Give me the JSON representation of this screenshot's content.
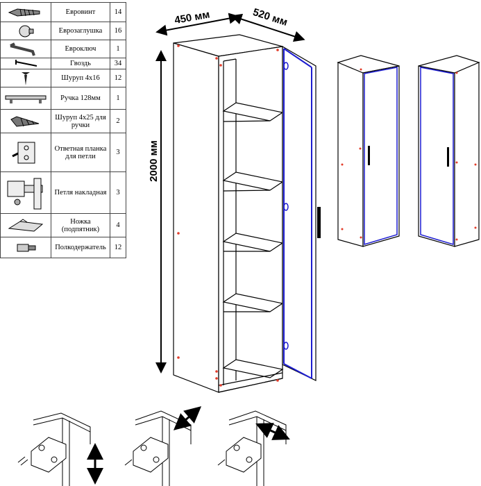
{
  "parts": [
    {
      "icon": "euro-screw-icon",
      "name": "Евровинт",
      "qty": "14"
    },
    {
      "icon": "euro-cap-icon",
      "name": "Еврозаглушка",
      "qty": "16"
    },
    {
      "icon": "euro-key-icon",
      "name": "Евроключ",
      "qty": "1"
    },
    {
      "icon": "nail-icon",
      "name": "Гвоздь",
      "qty": "34"
    },
    {
      "icon": "screw-icon",
      "name": "Шуруп 4х16",
      "qty": "12"
    },
    {
      "icon": "handle-icon",
      "name": "Ручка 128мм",
      "qty": "1"
    },
    {
      "icon": "handle-screw-icon",
      "name": "Шуруп 4х25 для ручки",
      "qty": "2"
    },
    {
      "icon": "hinge-plate-icon",
      "name": "Ответная планка для петли",
      "qty": "3"
    },
    {
      "icon": "hinge-icon",
      "name": "Петля накладная",
      "qty": "3"
    },
    {
      "icon": "foot-icon",
      "name": "Ножка (подпятник)",
      "qty": "4"
    },
    {
      "icon": "shelf-holder-icon",
      "name": "Полкодержатель",
      "qty": "12"
    }
  ],
  "dimensions": {
    "width": "450 мм",
    "depth": "520 мм",
    "height": "2000 мм"
  },
  "colors": {
    "line": "#000000",
    "door_edge": "#1c1cd0",
    "marker": "#e23c2a"
  }
}
